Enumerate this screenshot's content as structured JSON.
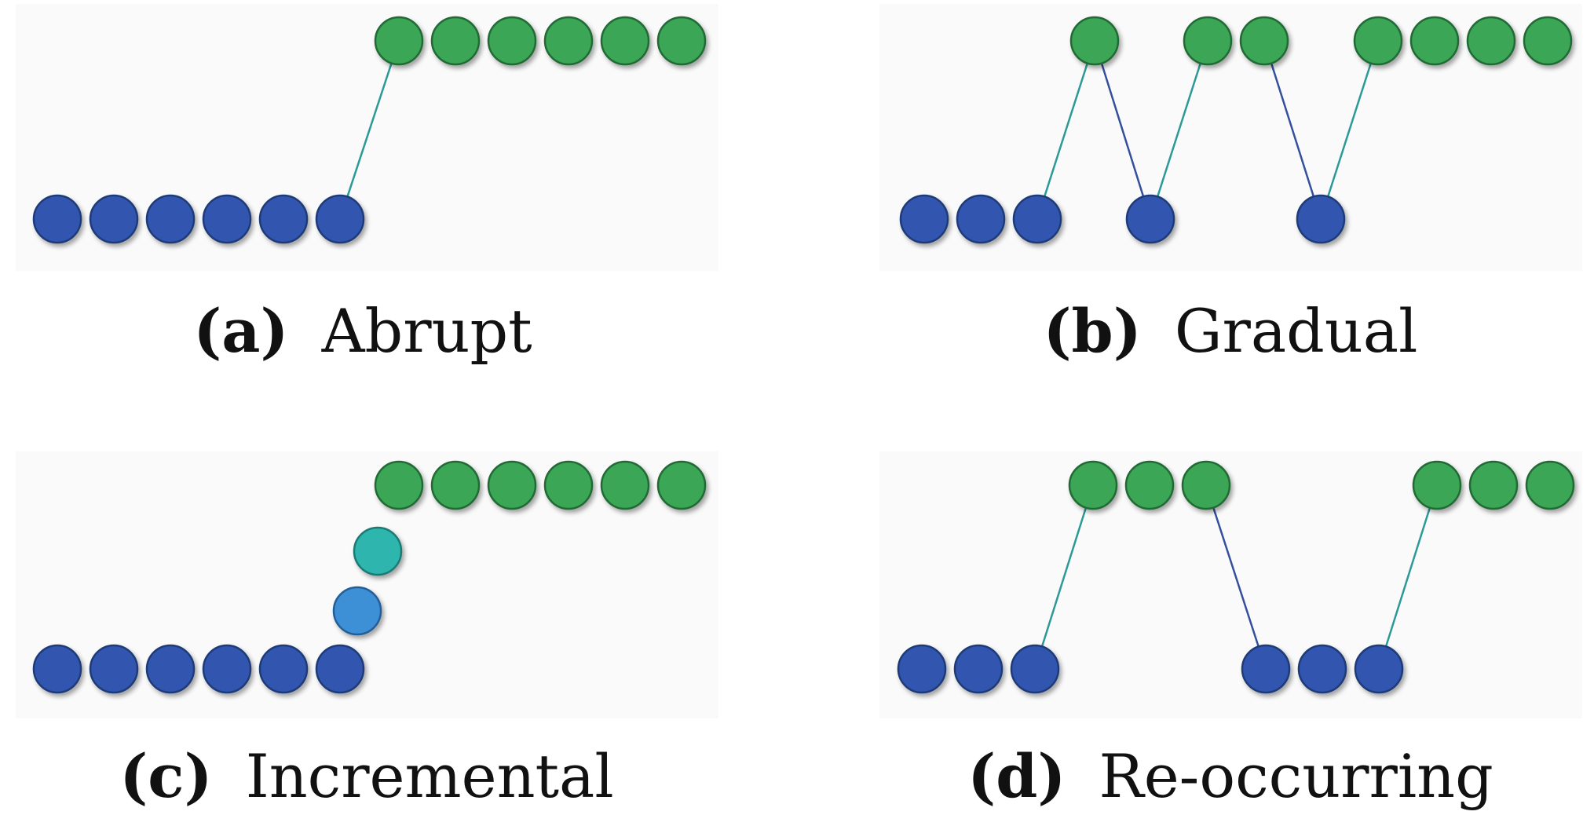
{
  "colors": {
    "blue_node": "#3357b0",
    "blue_node_stroke": "#1f3a78",
    "green_node": "#3aa655",
    "green_node_stroke": "#226b35",
    "teal_node": "#2fb5ad",
    "teal_node_stroke": "#1b7a74",
    "light_blue_node": "#3d8fd6",
    "light_blue_node_stroke": "#245f99",
    "rise_line": "#2b9a96",
    "fall_line": "#34509c"
  },
  "panels": [
    {
      "id": "a",
      "caption_letter": "(a)",
      "caption_text": "Abrupt",
      "node_sequence": [
        "blue",
        "blue",
        "blue",
        "blue",
        "blue",
        "blue",
        "green",
        "green",
        "green",
        "green",
        "green",
        "green"
      ]
    },
    {
      "id": "b",
      "caption_letter": "(b)",
      "caption_text": "Gradual",
      "node_sequence": [
        "blue",
        "blue",
        "blue",
        "green",
        "blue",
        "green",
        "green",
        "blue",
        "green",
        "green",
        "green",
        "green"
      ]
    },
    {
      "id": "c",
      "caption_letter": "(c)",
      "caption_text": "Incremental",
      "node_sequence": [
        "blue",
        "blue",
        "blue",
        "blue",
        "blue",
        "blue",
        "light-blue",
        "teal",
        "green",
        "green",
        "green",
        "green",
        "green",
        "green"
      ]
    },
    {
      "id": "d",
      "caption_letter": "(d)",
      "caption_text": "Re-occurring",
      "node_sequence": [
        "blue",
        "blue",
        "blue",
        "green",
        "green",
        "green",
        "blue",
        "blue",
        "blue",
        "green",
        "green",
        "green"
      ]
    }
  ]
}
